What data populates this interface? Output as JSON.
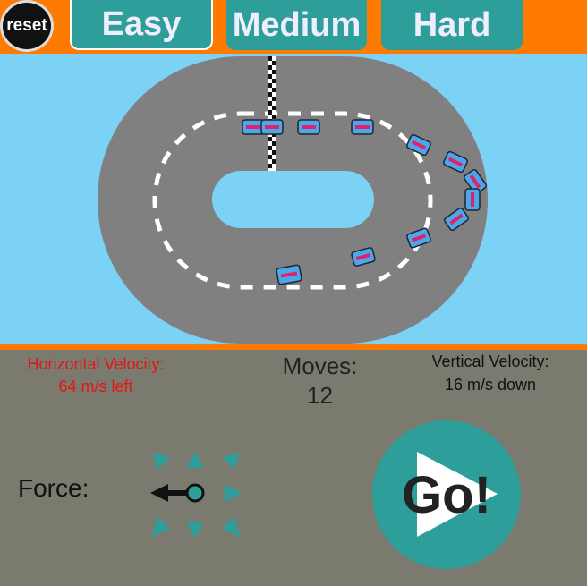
{
  "toolbar": {
    "reset_label": "reset",
    "difficulty": [
      {
        "label": "Easy",
        "active": true
      },
      {
        "label": "Medium",
        "active": false
      },
      {
        "label": "Hard",
        "active": false
      }
    ]
  },
  "hud": {
    "horizontal_velocity_label": "Horizontal Velocity:",
    "horizontal_velocity_value": "64 m/s left",
    "moves_label": "Moves:",
    "moves_value": "12",
    "vertical_velocity_label": "Vertical Velocity:",
    "vertical_velocity_value": "16 m/s down"
  },
  "controls": {
    "force_label": "Force:",
    "go_label": "Go!",
    "selected_direction": "left"
  },
  "colors": {
    "orange": "#ff7a00",
    "teal": "#2e9e9a",
    "sky": "#7cd2f5",
    "track": "#808080",
    "panel": "#7a7a6e",
    "warning_red": "#e51515"
  }
}
